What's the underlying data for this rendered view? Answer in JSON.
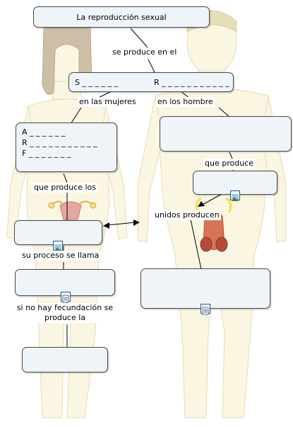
{
  "concept_map": {
    "title": "La reproducción sexual",
    "produced_in_label": "se produce en el",
    "sr_clue": {
      "s": "S _ _ _ _ _ _",
      "r": "R _ _ _ _ _ _ _ _ _ _ _"
    },
    "women_label": "en las mujeres",
    "men_label": "en los hombre",
    "arf_clue": [
      "A _ _ _ _ _ _",
      "R _ _ _ _ _ _ _ _ _ _ _",
      "F _ _ _ _ _ _ _"
    ],
    "produces_plural_label": "que produce los",
    "produces_singular_label": "que produce",
    "joined_label": "unidos producen",
    "process_label": "su proceso se llama",
    "no_fertilization_label": "si no hay fecundación se produce la"
  },
  "icons": [
    "image-icon",
    "document-icon"
  ]
}
